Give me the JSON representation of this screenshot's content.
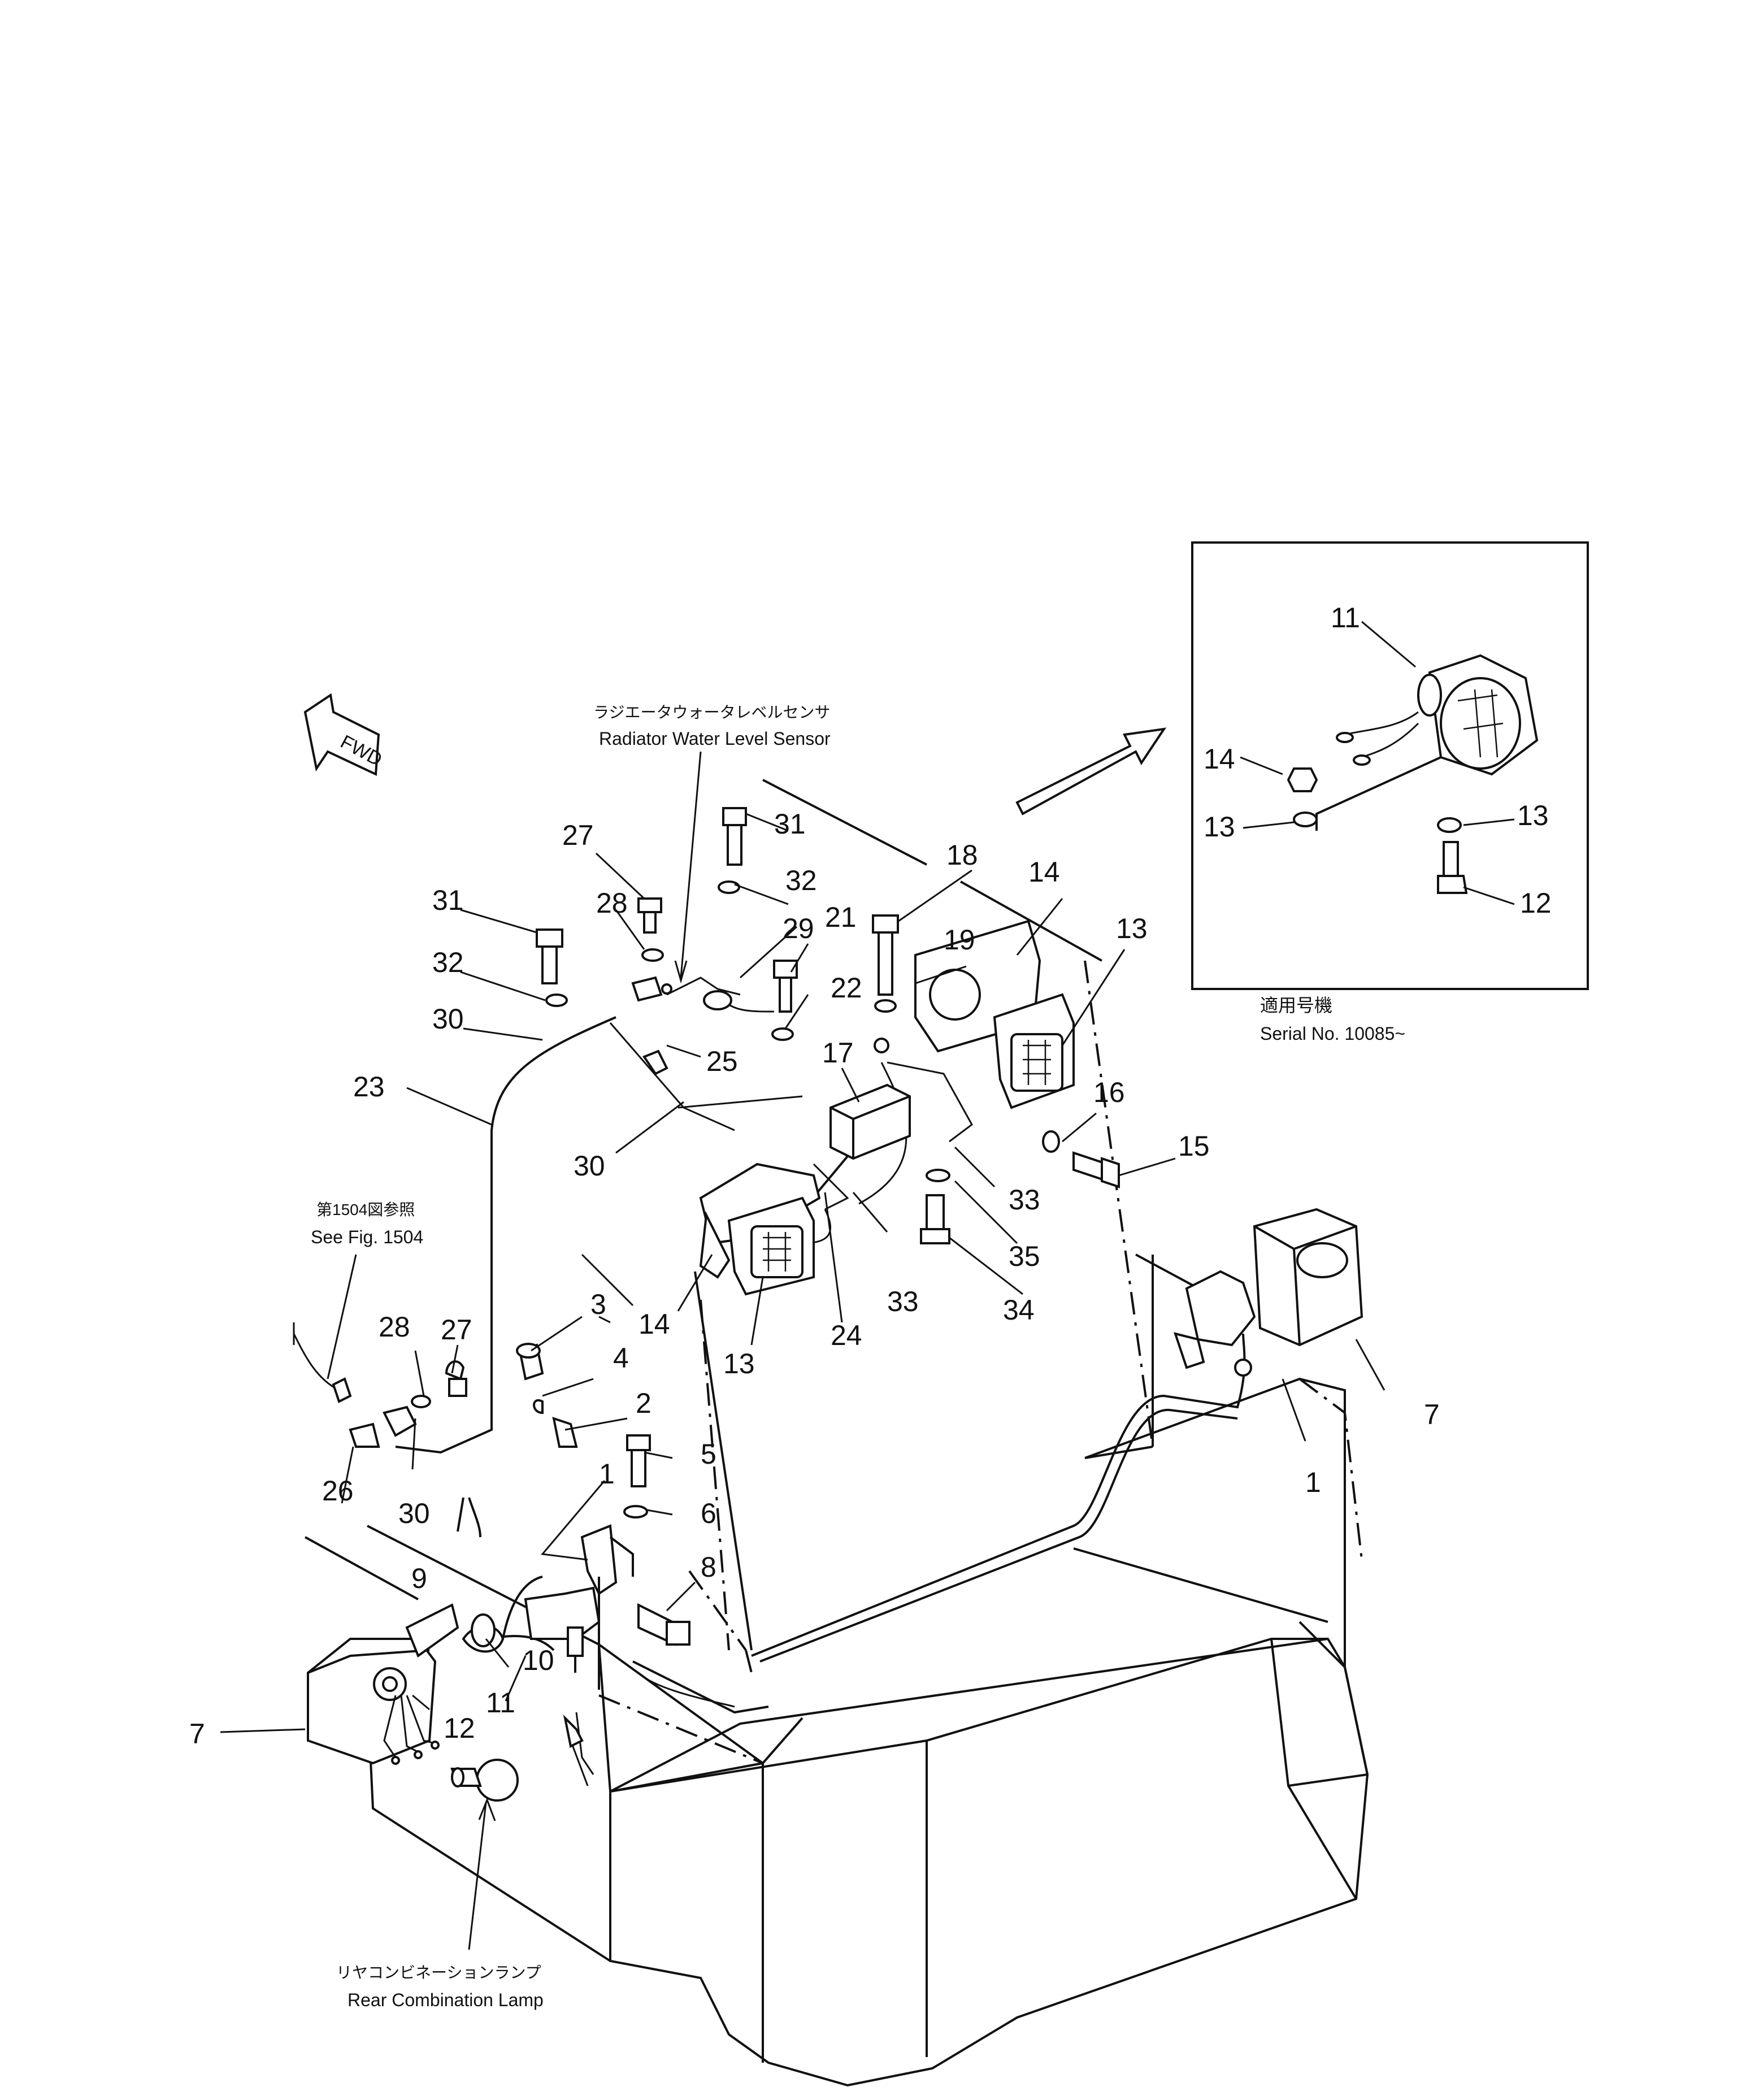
{
  "labels": {
    "radiator_sensor_jp": "ラジエータウォータレベルセンサ",
    "radiator_sensor_en": "Radiator Water Level Sensor",
    "see_fig_jp": "第1504図参照",
    "see_fig_en": "See Fig. 1504",
    "rear_lamp_jp": "リヤコンビネーションランプ",
    "rear_lamp_en": "Rear Combination Lamp",
    "serial_jp": "適用号機",
    "serial_en": "Serial No. 10085~",
    "fwd": "FWD"
  },
  "callouts": {
    "c1a": "1",
    "c1b": "1",
    "c2": "2",
    "c3": "3",
    "c4": "4",
    "c5": "5",
    "c6": "6",
    "c7a": "7",
    "c7b": "7",
    "c8": "8",
    "c9": "9",
    "c10": "10",
    "c11a": "11",
    "c12a": "12",
    "c13a": "13",
    "c13b": "13",
    "c14a": "14",
    "c14b": "14",
    "c15": "15",
    "c16": "16",
    "c17": "17",
    "c18": "18",
    "c19": "19",
    "c21": "21",
    "c22": "22",
    "c23": "23",
    "c24": "24",
    "c25": "25",
    "c26": "26",
    "c27a": "27",
    "c27b": "27",
    "c28a": "28",
    "c28b": "28",
    "c29": "29",
    "c30a": "30",
    "c30b": "30",
    "c30c": "30",
    "c31a": "31",
    "c31b": "31",
    "c32a": "32",
    "c32b": "32",
    "c33a": "33",
    "c33b": "33",
    "c34": "34",
    "c35": "35"
  },
  "inset_callouts": {
    "i11": "11",
    "i12": "12",
    "i13a": "13",
    "i13b": "13",
    "i14": "14"
  }
}
